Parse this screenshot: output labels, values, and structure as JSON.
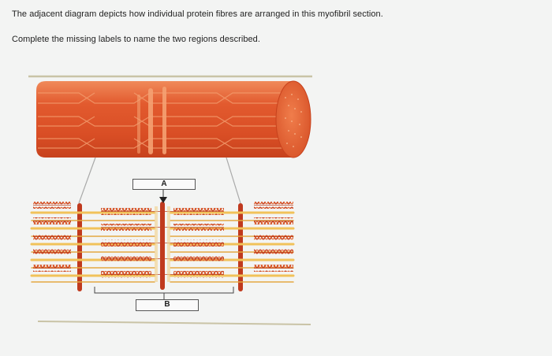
{
  "question": {
    "line1": "The adjacent diagram depicts how individual protein fibres are arranged in this myofibril section.",
    "line2": "Complete the missing labels to name the two regions described."
  },
  "labels": {
    "a": "A",
    "b": "B"
  },
  "colors": {
    "page_background": "#f3f4f3",
    "myofibril_body": "#e0552b",
    "myofibril_highlight": "#f08a5a",
    "myofibril_end": "#e8653a",
    "thick_filament": "#d9562f",
    "thin_filament": "#f1c25a",
    "z_line": "#c03a1e",
    "line_gray": "#c9c3a6"
  }
}
